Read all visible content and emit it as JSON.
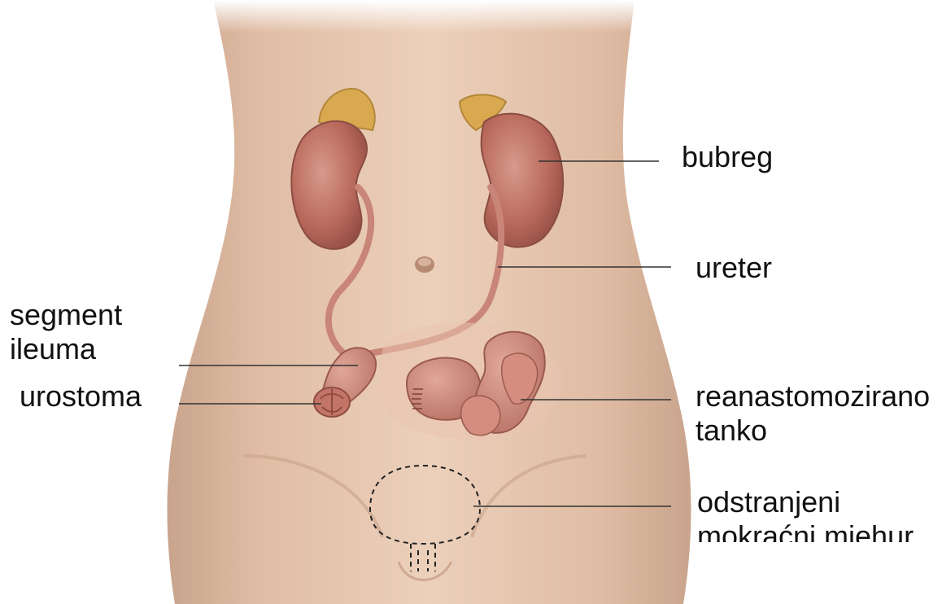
{
  "labels": {
    "bubreg": "bubreg",
    "ureter": "ureter",
    "segment_ileuma": [
      "segment",
      "ileuma"
    ],
    "urostoma": "urostoma",
    "reanastomozirano_tanko": [
      "reanastomozirano",
      "tanko"
    ],
    "odstranjeni_mokracni_mjehur": [
      "odstranjeni",
      "mokraćni mjehur"
    ]
  },
  "colors": {
    "skin": "#e3bfa6",
    "skin_shadow": "#c9987c",
    "kidney": "#b86a5e",
    "adrenal": "#d9a94f",
    "intestine": "#c98577",
    "leader_line": "#333333"
  }
}
